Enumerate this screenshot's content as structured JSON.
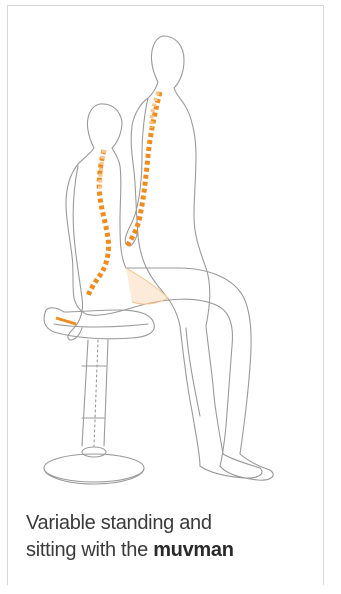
{
  "caption": {
    "line1": "Variable standing and",
    "line2_prefix": "sitting with the ",
    "brand": "muvman"
  },
  "colors": {
    "outline": "#9a9a9a",
    "spine": "#f08c1e",
    "spine_light": "#f6c690",
    "caption": "#3a3a3a",
    "border": "#d8d8d8"
  },
  "illustration": {
    "icon": "ergonomic-stool-posture-illustration"
  }
}
